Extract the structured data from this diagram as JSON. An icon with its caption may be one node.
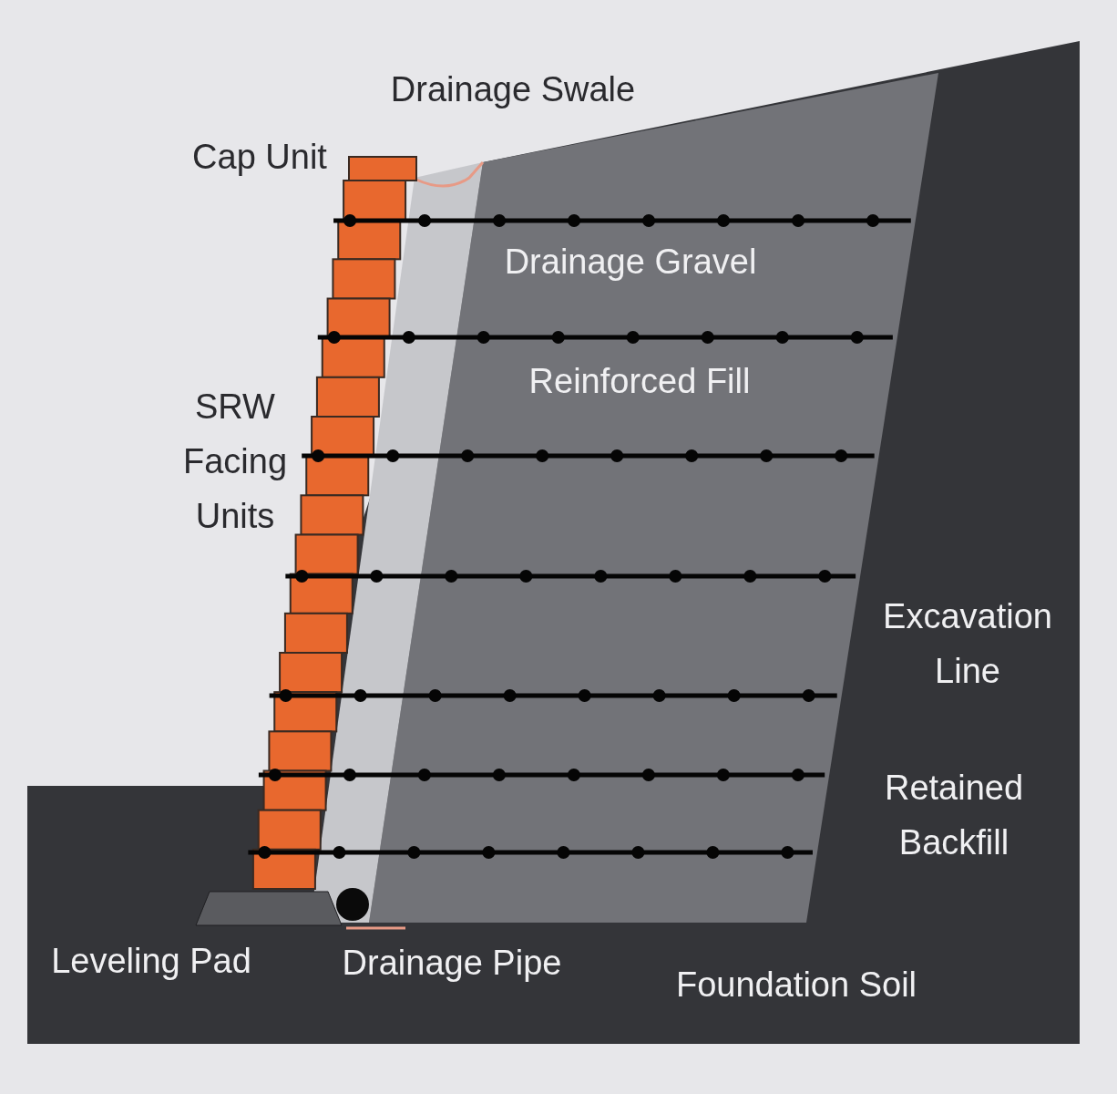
{
  "diagram": {
    "labels": [
      "Drainage Swale",
      "Cap Unit",
      "Drainage Gravel",
      "Reinforced Fill",
      "SRW Facing Units",
      "Excavation Line",
      "Retained Backfill",
      "Leveling Pad",
      "Drainage Pipe",
      "Foundation Soil"
    ]
  }
}
